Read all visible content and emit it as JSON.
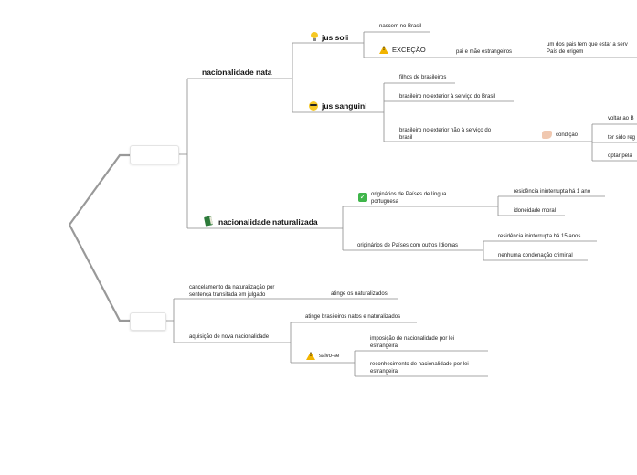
{
  "branches": {
    "nacionalidade_nata": "nacionalidade nata",
    "jus_soli": "jus soli",
    "nascem_no_brasil": "nascem no Brasil",
    "excecao": "EXCEÇÃO",
    "pai_e_mae": "pai e mãe estrangeiros",
    "um_dos_pais": "um dos pais tem que estar a serv",
    "pais_de_origem": "País de origem",
    "jus_sanguini": "jus sanguini",
    "filhos_de_brasileiros": "filhos de brasileiros",
    "exterior_a_servico": "brasileiro no exterior à serviço do Brasil",
    "exterior_nao_servico_1": "brasileiro no exterior não à serviço do",
    "exterior_nao_servico_2": "brasil",
    "condicao": "condição",
    "voltar_ao": "voltar ao B",
    "ter_sido": "ter sido reg",
    "optar_pela": "optar pela",
    "nacionalidade_naturalizada": "nacionalidade naturalizada",
    "originarios_lingua_1": "originários de Países de língua",
    "originarios_lingua_2": "portuguesa",
    "residencia_1_ano": "residência ininterrupta há 1 ano",
    "idoneidade_moral": "idoneidade moral",
    "originarios_outros": "originários de Países com outros Idiomas",
    "residencia_15_anos": "residência ininterrupta há 15 anos",
    "nenhuma_condenacao": "nenhuma condenação criminal",
    "cancelamento_1": "cancelamento da naturalização por",
    "cancelamento_2": "sentença transitada em julgado",
    "atinge_naturalizados": "atinge os naturalizados",
    "aquisicao": "aquisição de nova nacionalidade",
    "atinge_natos": "atinge brasileiros natos e naturalizados",
    "salvo_se": "salvo-se",
    "imposicao_1": "imposição de nacionalidade por lei",
    "imposicao_2": "estrangeira",
    "reconhecimento_1": "reconhecimento de nacionalidade por lei",
    "reconhecimento_2": "estrangeira"
  },
  "icons": {
    "jus_soli": "lightbulb-icon",
    "excecao": "warning-icon",
    "jus_sanguini": "sunglasses-face-icon",
    "condicao": "thumbs-down-icon",
    "naturalizada": "book-icon",
    "lingua_portuguesa": "check-mark-icon",
    "salvo_se": "warning-icon"
  },
  "colors": {
    "line": "#8a8a8a",
    "warning": "#f2b400",
    "check": "#3fb54a"
  }
}
